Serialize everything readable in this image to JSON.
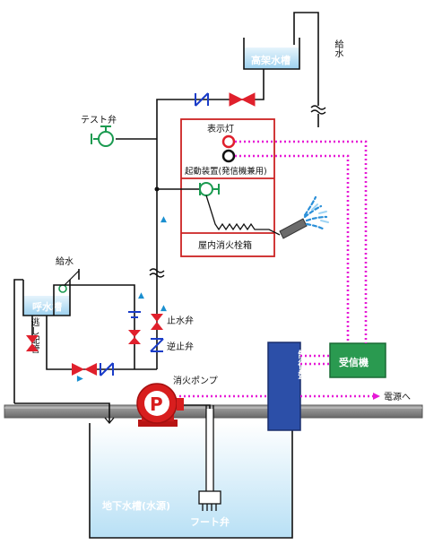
{
  "labels": {
    "elevated_tank": "高架水槽",
    "supply_top": "給水",
    "test_valve": "テスト弁",
    "indicator_lamp": "表示灯",
    "starter_device": "起動装置(発信機兼用)",
    "hydrant_box": "屋内消火栓箱",
    "supply_priming": "給水",
    "priming_tank": "呼水槽",
    "relief_pipe": "逃し配管",
    "stop_valve": "止水弁",
    "check_valve": "逆止弁",
    "fire_pump": "消火ポンプ",
    "pump_letter": "P",
    "control_panel": "制御盤",
    "receiver": "受信機",
    "to_power": "電源へ",
    "underground_tank": "地下水槽(水源)",
    "foot_valve": "フート弁"
  },
  "colors": {
    "pipe": "#111111",
    "box_outline": "#cc2222",
    "signal_line": "#e619d6",
    "valve_red": "#e0202c",
    "valve_blue": "#1a3cc8",
    "valve_green": "#1a9a50",
    "control_panel": "#2c4fa8",
    "receiver": "#2a9a50",
    "pump": "#d81e1e",
    "water": "#bfe3f6",
    "ground": "#7a7a7a"
  }
}
